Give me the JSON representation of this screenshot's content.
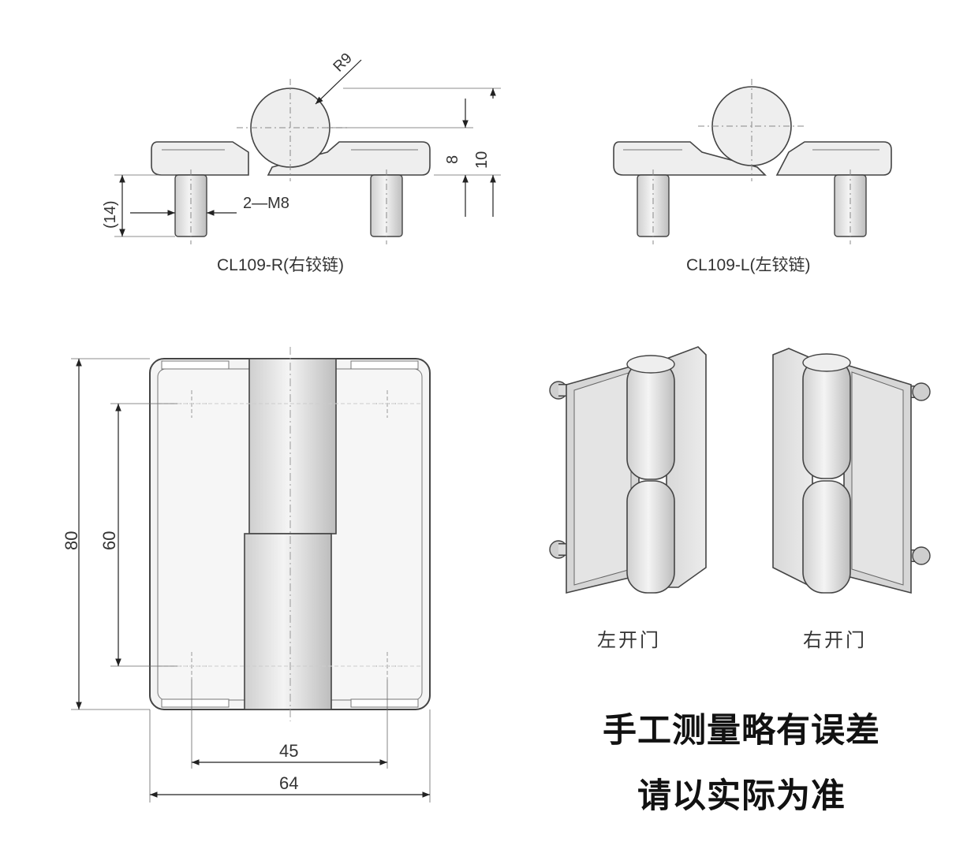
{
  "top_views": {
    "right_caption": "CL109-R(右铰链)",
    "left_caption": "CL109-L(左铰链)",
    "dims": {
      "radius": "R9",
      "height_8": "8",
      "height_10": "10",
      "stud_length": "(14)",
      "thread": "2—M8"
    }
  },
  "front_view": {
    "dims": {
      "height_total": "80",
      "hole_pitch_vertical": "60",
      "hole_pitch_horizontal": "45",
      "width_total": "64"
    }
  },
  "iso_views": {
    "left_label": "左开门",
    "right_label": "右开门"
  },
  "note": {
    "line1": "手工测量略有误差",
    "line2": "请以实际为准"
  }
}
